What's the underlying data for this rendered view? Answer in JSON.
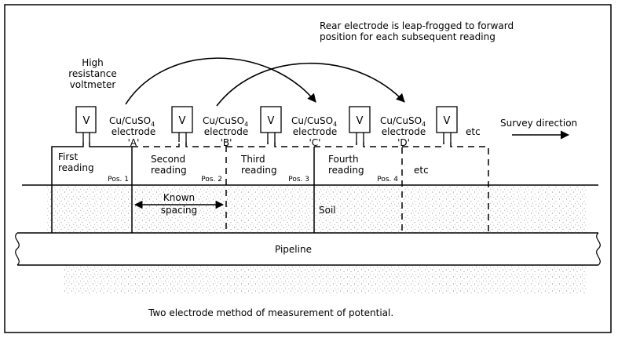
{
  "diagram": {
    "caption": "Two electrode method of measurement of potential.",
    "note_line1": "Rear electrode is leap-frogged to forward",
    "note_line2": "position for each subsequent reading",
    "voltmeter_label_line1": "High",
    "voltmeter_label_line2": "resistance",
    "voltmeter_label_line3": "voltmeter",
    "voltmeter_symbol": "V",
    "survey_direction": "Survey direction",
    "electrodes": [
      {
        "line1": "Cu/CuSO",
        "sub": "4",
        "line2": "electrode",
        "line3": "'A'"
      },
      {
        "line1": "Cu/CuSO",
        "sub": "4",
        "line2": "electrode",
        "line3": "'B'"
      },
      {
        "line1": "Cu/CuSO",
        "sub": "4",
        "line2": "electrode",
        "line3": "'C'"
      },
      {
        "line1": "Cu/CuSO",
        "sub": "4",
        "line2": "electrode",
        "line3": "'D'"
      }
    ],
    "etc_top": "etc",
    "readings": [
      {
        "line1": "First",
        "line2": "reading"
      },
      {
        "line1": "Second",
        "line2": "reading"
      },
      {
        "line1": "Third",
        "line2": "reading"
      },
      {
        "line1": "Fourth",
        "line2": "reading"
      }
    ],
    "etc_reading": "etc",
    "positions": [
      "Pos. 1",
      "Pos. 2",
      "Pos. 3",
      "Pos. 4"
    ],
    "known_spacing_line1": "Known",
    "known_spacing_line2": "spacing",
    "soil_label": "Soil",
    "pipeline_label": "Pipeline"
  }
}
